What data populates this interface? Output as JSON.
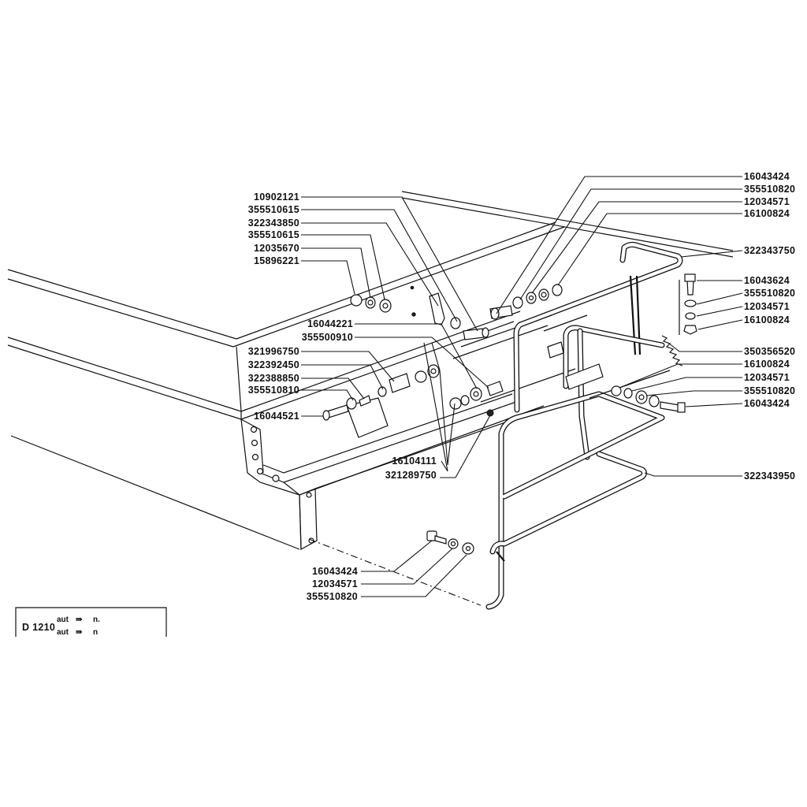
{
  "labels": {
    "l_10902121": "10902121",
    "l_355510615_a": "355510615",
    "l_322343850": "322343850",
    "l_355510615_b": "355510615",
    "l_12035670": "12035670",
    "l_15896221": "15896221",
    "l_16044221": "16044221",
    "l_355500910": "355500910",
    "l_321996750": "321996750",
    "l_322392450": "322392450",
    "l_322388850": "322388850",
    "l_355510810": "355510810",
    "l_16044521": "16044521",
    "l_16104111": "16104111",
    "l_321289750": "321289750",
    "r_16043424_a": "16043424",
    "r_355510820_a": "355510820",
    "r_12034571_a": "12034571",
    "r_16100824_a": "16100824",
    "r_322343750": "322343750",
    "r_16043624": "16043624",
    "r_355510820_b": "355510820",
    "r_12034571_b": "12034571",
    "r_16100824_b": "16100824",
    "r_350356520": "350356520",
    "r_16100824_c": "16100824",
    "r_12034571_c": "12034571",
    "r_355510820_c": "355510820",
    "r_16043424_b": "16043424",
    "r_322343950": "322343950",
    "b_16043424": "16043424",
    "b_12034571": "12034571",
    "b_355510820": "355510820"
  },
  "legend": {
    "model": "D 1210",
    "line1_text": "aut",
    "line1_suffix": "n.",
    "line2_text": "aut",
    "line2_suffix": "n"
  }
}
